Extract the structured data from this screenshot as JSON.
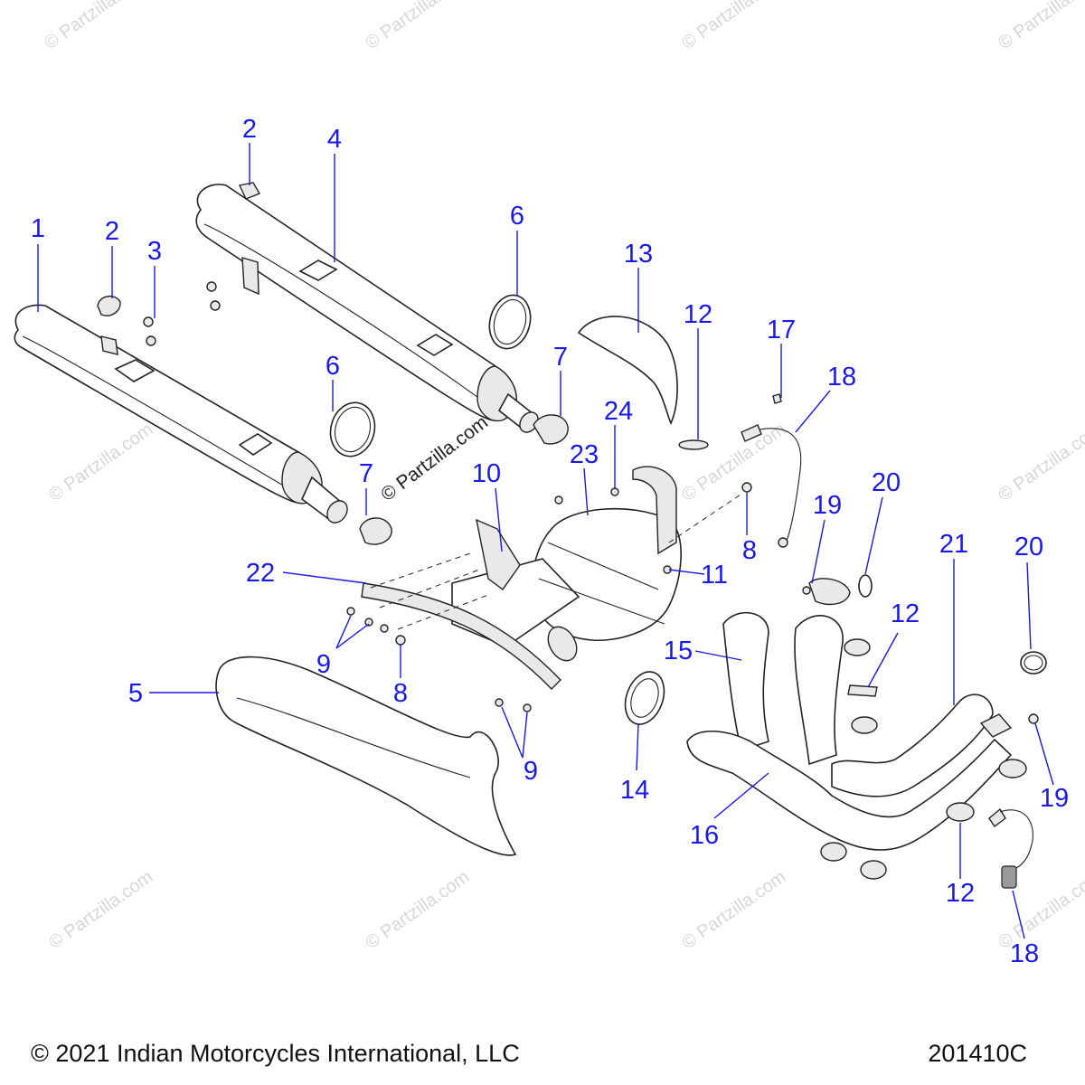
{
  "diagram": {
    "callouts": [
      "1",
      "2",
      "2",
      "3",
      "4",
      "5",
      "6",
      "6",
      "7",
      "7",
      "8",
      "8",
      "9",
      "9",
      "10",
      "11",
      "12",
      "12",
      "12",
      "13",
      "14",
      "15",
      "16",
      "17",
      "18",
      "18",
      "19",
      "19",
      "20",
      "20",
      "21",
      "22",
      "23",
      "24"
    ],
    "watermark_text": "© Partzilla.com",
    "center_watermark_text": "© Partzilla.com"
  },
  "footer": {
    "copyright": "© 2021 Indian Motorcycles International, LLC",
    "code": "201410C"
  },
  "colors": {
    "callout": "#1a1ae6",
    "line_art": "#222222",
    "watermark": "#d7d7d7"
  }
}
